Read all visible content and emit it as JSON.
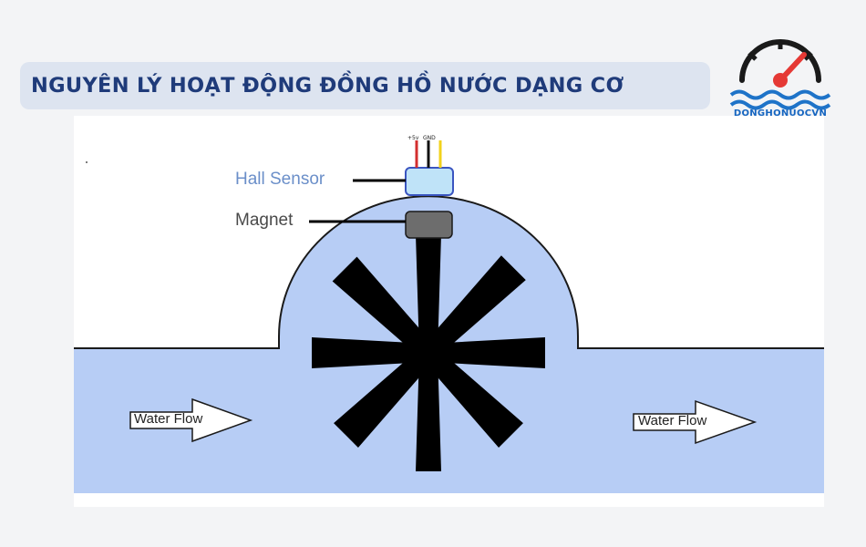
{
  "header": {
    "title": "NGUYÊN LÝ HOẠT ĐỘNG  ĐỒNG HỒ NƯỚC DẠNG CƠ"
  },
  "logo": {
    "text": "DONGHONUOCVN",
    "colors": {
      "dark": "#1a1a1a",
      "needle": "#e53935",
      "water": "#1e73c8"
    }
  },
  "diagram": {
    "labels": {
      "hall_sensor": "Hall Sensor",
      "magnet": "Magnet",
      "water_flow_left": "Water Flow",
      "water_flow_right": "Water Flow",
      "wire_plus": "+5v",
      "wire_gnd": "GND"
    },
    "colors": {
      "water": "#b7cdf5",
      "outline": "#1a1a1a",
      "rotor": "#000000",
      "sensor": "#bfe3f8",
      "sensor_border": "#3a55c0",
      "magnet": "#6d6d6d",
      "wire_red": "#d32f2f",
      "wire_black": "#111111",
      "wire_yellow": "#f2d21c"
    }
  }
}
